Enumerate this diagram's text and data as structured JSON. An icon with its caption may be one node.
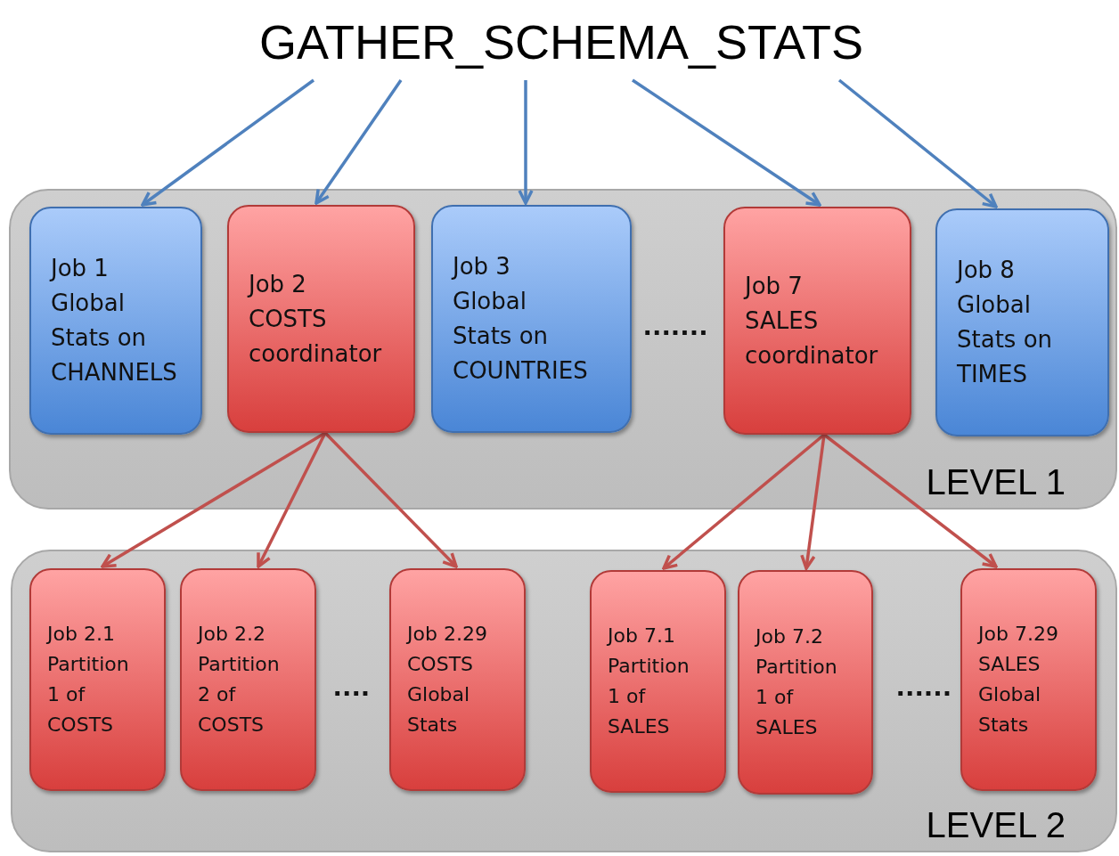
{
  "diagram": {
    "nodes": [
      {
        "text": [
          "GATHER_SCHEMA_STATS"
        ]
      },
      {
        "text": [
          "LEVEL 1"
        ]
      },
      {
        "text": [
          "Job 1 Global Stats on CHANNELS"
        ],
        "in": 1
      },
      {
        "text": [
          "Job 2 COSTS coordinator"
        ],
        "in": 1
      },
      {
        "text": [
          "Job 3 Global Stats on COUNTRIES"
        ],
        "in": 1
      },
      {
        "text": [
          "Job 7 SALES coordinator"
        ],
        "in": 1
      },
      {
        "text": [
          "Job 8 Global Stats on TIMES"
        ],
        "in": 1
      },
      {
        "text": [
          "LEVEL 2"
        ]
      },
      {
        "text": [
          "Job 2.1 Partition 1 of COSTS"
        ],
        "in": 7
      },
      {
        "text": [
          "Job 2.2 Partition 2 of COSTS"
        ],
        "in": 7
      },
      {
        "text": [
          "Job 2.29 COSTS Global Stats"
        ],
        "in": 7
      },
      {
        "text": [
          "Job 7.1 Partition 1 of SALES"
        ],
        "in": 7
      },
      {
        "text": [
          "Job 7.2 Partition 1 of SALES"
        ],
        "in": 7
      },
      {
        "text": [
          "Job 7.29 SALES Global Stats"
        ],
        "in": 7
      }
    ],
    "edges": [
      {
        "from": 0,
        "to": 2,
        "arrow": "to",
        "color": "#4f81bd"
      },
      {
        "from": 0,
        "to": 3,
        "arrow": "to",
        "color": "#4f81bd"
      },
      {
        "from": 0,
        "to": 4,
        "arrow": "to",
        "color": "#4f81bd"
      },
      {
        "from": 0,
        "to": 5,
        "arrow": "to",
        "color": "#4f81bd"
      },
      {
        "from": 0,
        "to": 6,
        "arrow": "to",
        "color": "#4f81bd"
      },
      {
        "from": 3,
        "to": 8,
        "arrow": "to"
      },
      {
        "from": 3,
        "to": 9,
        "arrow": "to"
      },
      {
        "from": 3,
        "to": 10,
        "arrow": "to"
      },
      {
        "from": 5,
        "to": 11,
        "arrow": "to"
      },
      {
        "from": 5,
        "to": 12,
        "arrow": "to"
      },
      {
        "from": 5,
        "to": 13,
        "arrow": "to"
      }
    ],
    "labels": [
      ".......",
      "....",
      "......"
    ]
  }
}
